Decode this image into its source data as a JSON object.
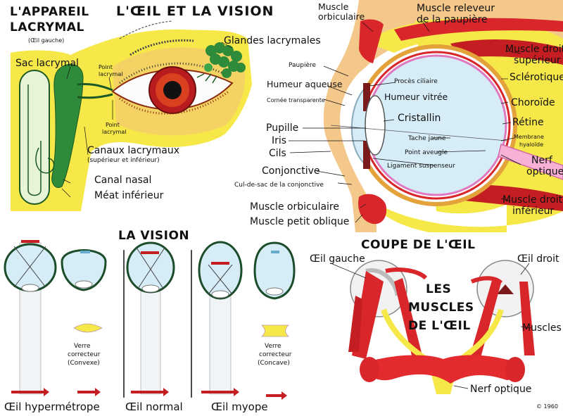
{
  "title": "L'ŒIL ET LA VISION",
  "lacrymal": {
    "heading1": "L'APPAREIL",
    "heading2": "LACRYMAL",
    "sub": "(Œil gauche)",
    "sac": "Sac lacrymal",
    "point_sup1": "Point",
    "point_sup2": "lacrymal",
    "point_inf1": "Point",
    "point_inf2": "lacrymal",
    "glandes": "Glandes lacrymales",
    "canaux": "Canaux lacrymaux",
    "canaux_sub": "(supérieur et inférieur)",
    "canal_nasal": "Canal nasal",
    "meat": "Méat inférieur"
  },
  "coupe": {
    "heading": "COUPE DE L'ŒIL",
    "muscle_orbiculaire_top1": "Muscle",
    "muscle_orbiculaire_top2": "orbiculaire",
    "releveur1": "Muscle releveur",
    "releveur2": "de la paupière",
    "droit_sup1": "Muscle droit",
    "droit_sup2": "supérieur",
    "sclerotique": "Sclérotique",
    "choroide": "Choroïde",
    "retine": "Rétine",
    "membrane1": "Membrane",
    "membrane2": "hyaloïde",
    "nerf1": "Nerf",
    "nerf2": "optique",
    "droit_inf1": "Muscle droit",
    "droit_inf2": "inférieur",
    "paupiere": "Paupière",
    "humeur_aqueuse": "Humeur aqueuse",
    "cornee": "Cornée transparente",
    "pupille": "Pupille",
    "iris": "Iris",
    "cils": "Cils",
    "conjonctive": "Conjonctive",
    "cul_de_sac": "Cul-de-sac de la conjonctive",
    "muscle_orbiculaire": "Muscle orbiculaire",
    "muscle_petit_oblique": "Muscle petit oblique",
    "proces": "Procès ciliaire",
    "humeur_vitree": "Humeur vitrée",
    "cristallin": "Cristallin",
    "tache": "Tache jaune",
    "point_aveugle": "Point aveugle",
    "ligament": "Ligament suspenseur"
  },
  "vision": {
    "heading": "LA VISION",
    "verre1_l1": "Verre",
    "verre1_l2": "correcteur",
    "verre1_l3": "(Convexe)",
    "verre2_l1": "Verre",
    "verre2_l2": "correcteur",
    "verre2_l3": "(Concave)",
    "hyper": "Œil hypermétrope",
    "normal": "Œil normal",
    "myope": "Œil myope"
  },
  "muscles": {
    "heading1": "LES",
    "heading2": "MUSCLES",
    "heading3": "DE L'ŒIL",
    "oeil_gauche": "Œil gauche",
    "oeil_droit": "Œil droit",
    "muscles": "Muscles",
    "nerf": "Nerf optique"
  },
  "footer": {
    "year": "© 1960"
  },
  "colors": {
    "yellow": "#f7e84a",
    "red": "#d8262a",
    "green": "#2e8b3a",
    "lightblue": "#d6ecf7",
    "skin": "#f4c78a"
  }
}
